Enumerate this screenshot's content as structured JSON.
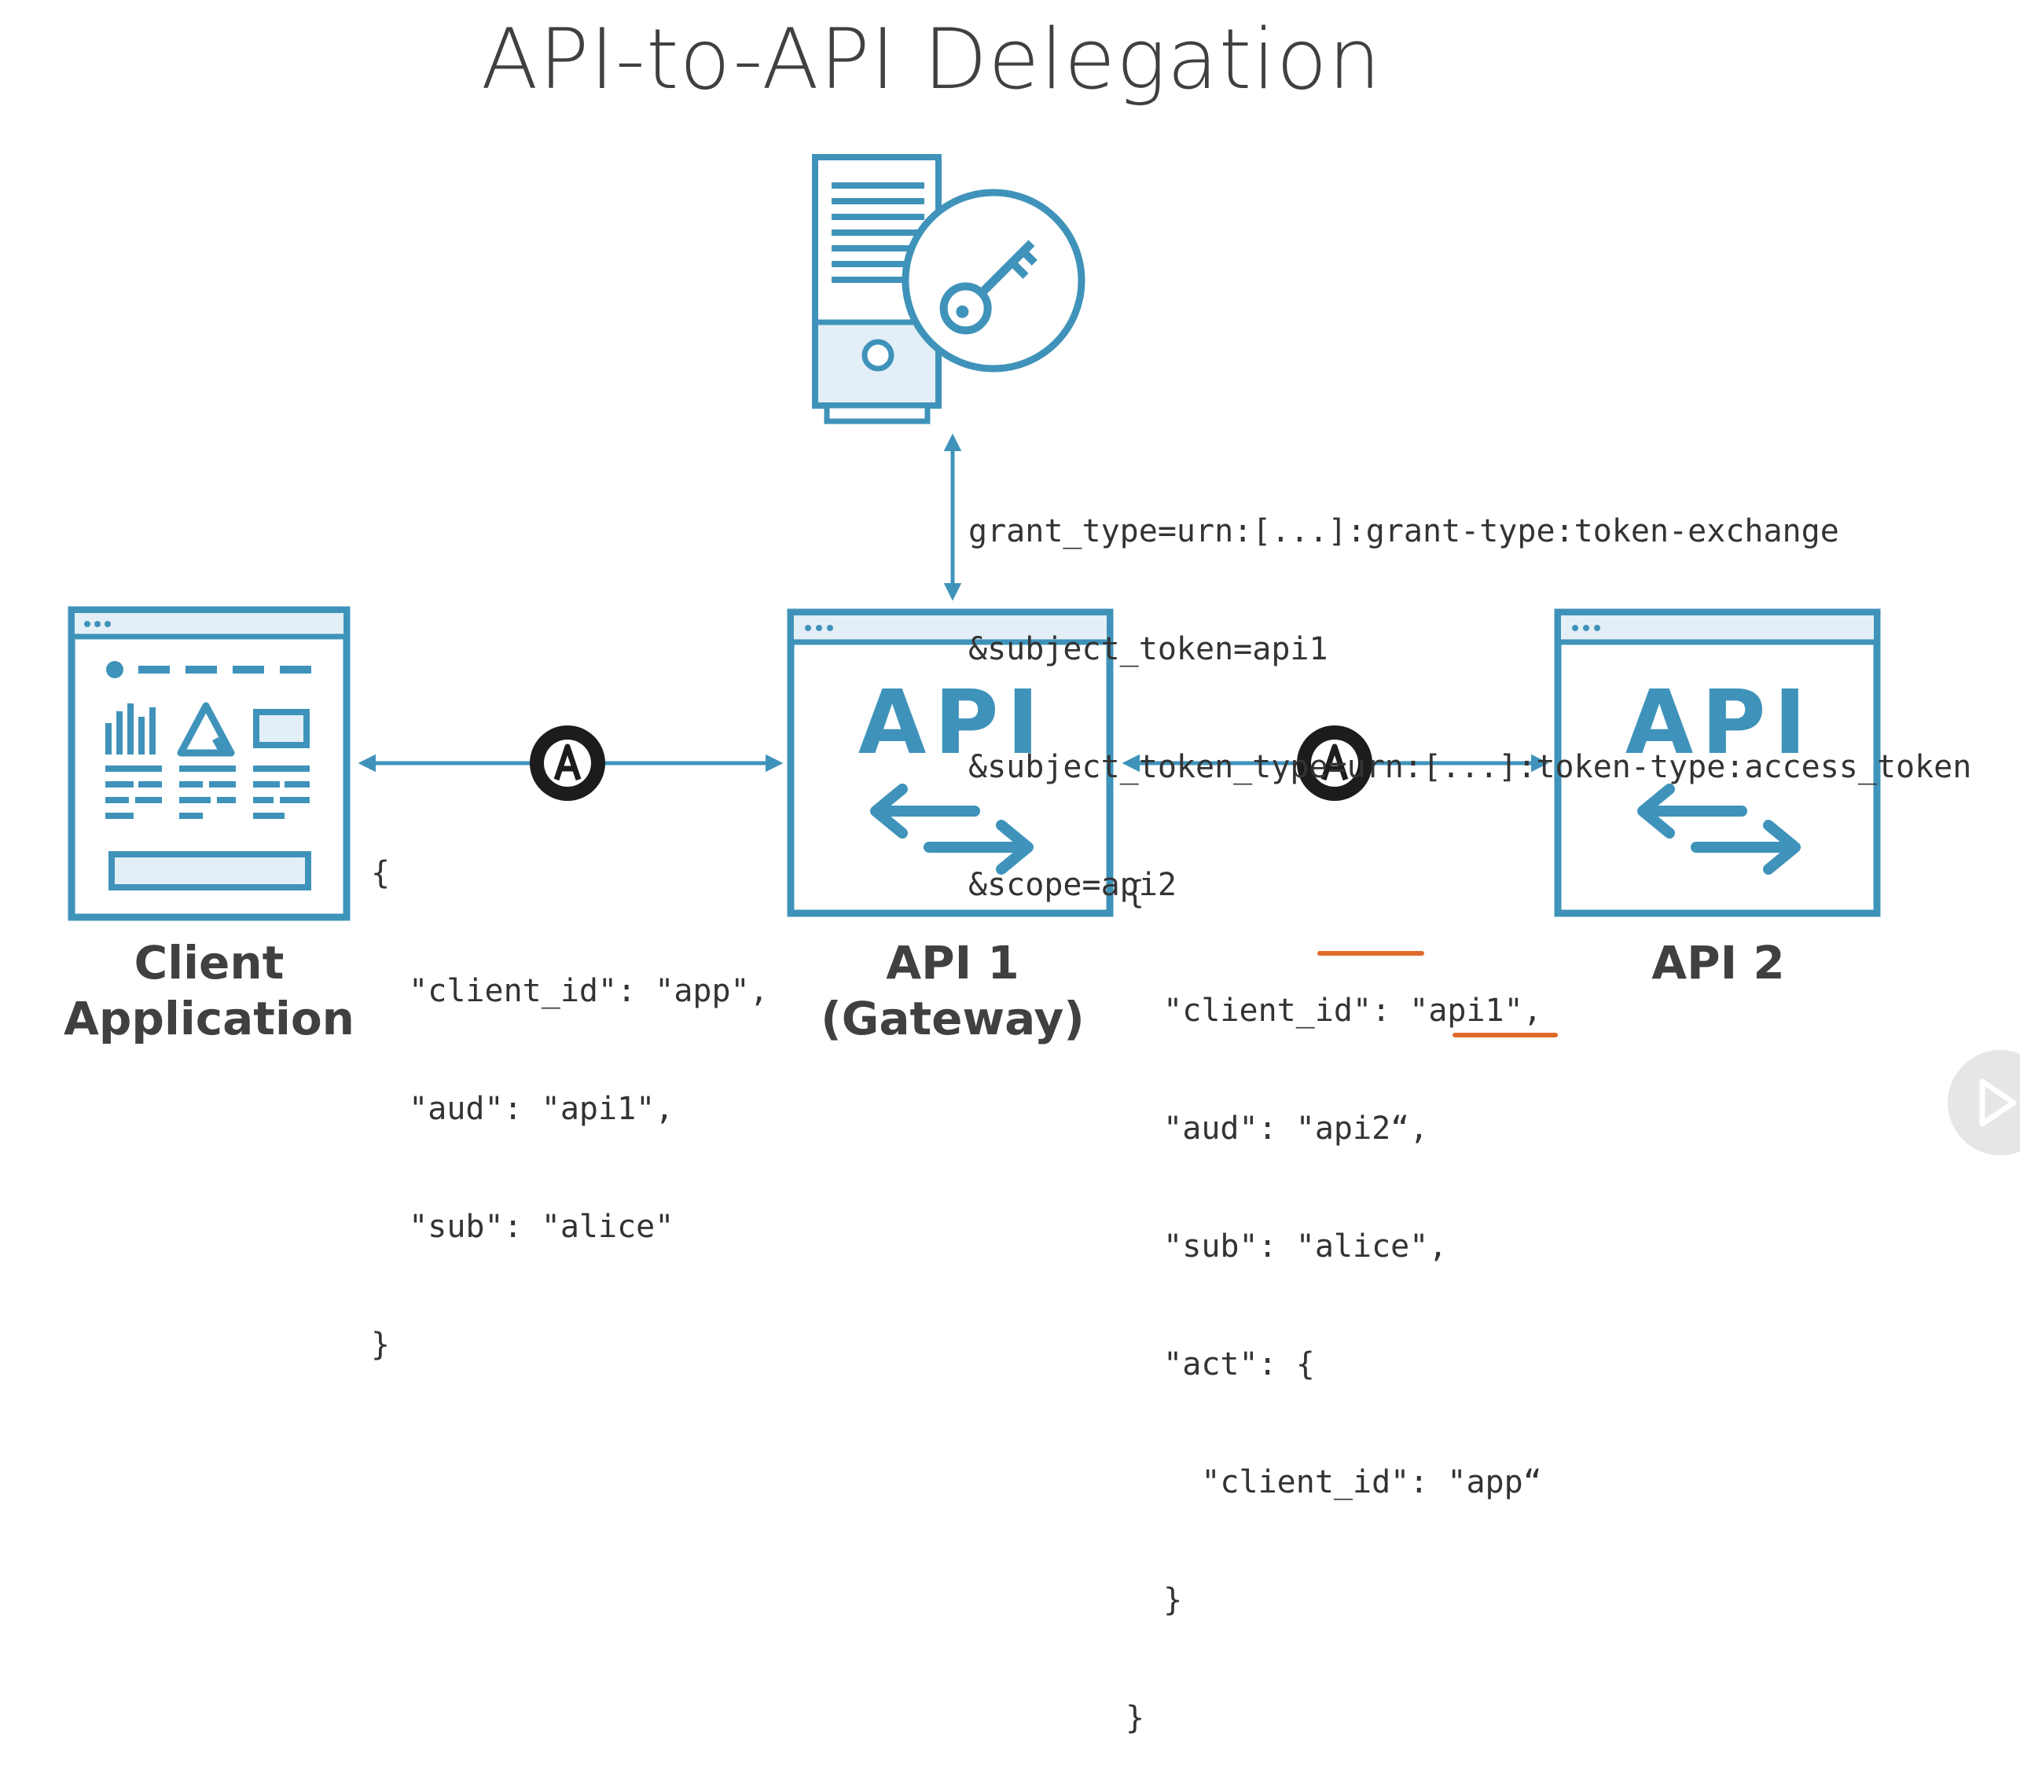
{
  "title": "API-to-API Delegation",
  "colors": {
    "icon_blue": "#3f93ba",
    "icon_fill": "#e3eff6",
    "highlight": "#e06a2c",
    "oauth_badge": "#1c1c1c",
    "text": "#404040"
  },
  "nodes": {
    "authorization_server": {
      "icon": "server-with-key-icon"
    },
    "client": {
      "icon": "web-app-window-icon",
      "label_line1": "Client",
      "label_line2": "Application"
    },
    "api1": {
      "icon": "api-window-icon",
      "icon_text": "API",
      "label_line1": "API 1",
      "label_line2": "(Gateway)"
    },
    "api2": {
      "icon": "api-window-icon",
      "icon_text": "API",
      "label_line1": "API 2"
    }
  },
  "token_exchange_request": {
    "line1": "grant_type=urn:[...]:grant-type:token-exchange",
    "line2": "&subject_token=api1",
    "line3": "&subject_token_type=urn:[...]:token-type:access_token",
    "line4": "&scope=api2"
  },
  "token_client_to_api1": {
    "badge_icon": "oauth-badge-icon",
    "line1": "{",
    "line2": "  \"client_id\": \"app\",",
    "line3": "  \"aud\": \"api1\",",
    "line4": "  \"sub\": \"alice\"",
    "line5": "}"
  },
  "token_api1_to_api2": {
    "badge_icon": "oauth-badge-icon",
    "line1": "{",
    "line2": "  \"client_id\": \"api1\",",
    "line3": "  \"aud\": \"api2“,",
    "line4": "  \"sub\": \"alice\",",
    "line5": "  \"act\": {",
    "line6": "    \"client_id\": \"app“",
    "line7": "  }",
    "line8": "}"
  }
}
